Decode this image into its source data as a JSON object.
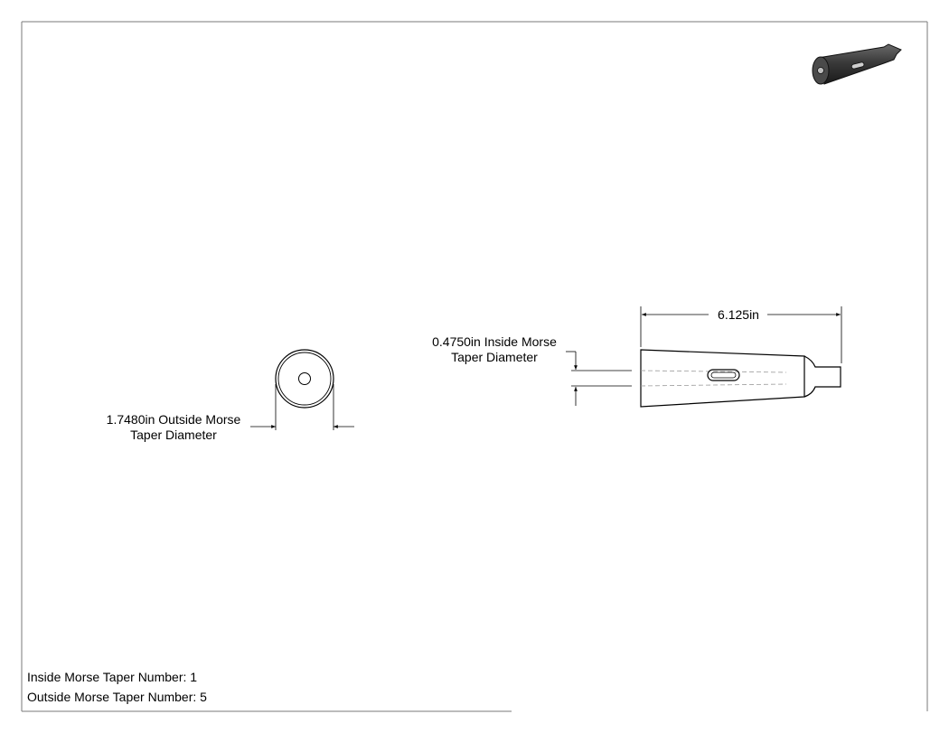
{
  "dimensions": {
    "outside_diameter": {
      "line1": "1.7480in Outside Morse",
      "line2": "Taper Diameter"
    },
    "inside_diameter": {
      "line1": "0.4750in Inside Morse",
      "line2": "Taper Diameter"
    },
    "overall_length": {
      "label": "6.125in"
    }
  },
  "notes": {
    "inside_taper": "Inside Morse Taper Number: 1",
    "outside_taper": "Outside Morse Taper Number: 5"
  },
  "colors": {
    "line": "#000000",
    "hidden_line": "#9a9a9a",
    "border": "#7a7a7a",
    "iso_body": "#2b2b2b"
  }
}
